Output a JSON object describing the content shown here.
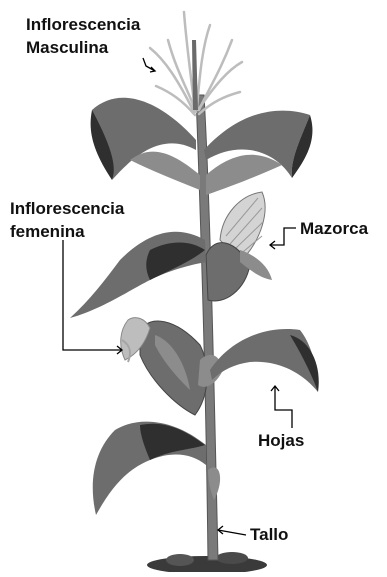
{
  "labels": {
    "male_inflorescence_line1": "Inflorescencia",
    "male_inflorescence_line2": "Masculina",
    "female_inflorescence_line1": "Inflorescencia",
    "female_inflorescence_line2": "femenina",
    "cob": "Mazorca",
    "leaves": "Hojas",
    "stem": "Tallo"
  },
  "colors": {
    "leaf_mid": "#6d6d6d",
    "leaf_dark": "#2f2f2f",
    "leaf_light": "#8c8c8c",
    "stem": "#7a7a7a",
    "tassel": "#bdbdbd",
    "kernels": "#d4d4d4",
    "soil": "#3a3a3a",
    "leader_line": "#000000",
    "text": "#111111"
  }
}
